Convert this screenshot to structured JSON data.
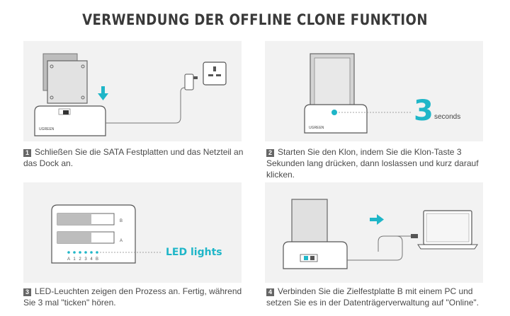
{
  "title": "VERWENDUNG DER OFFLINE CLONE FUNKTION",
  "steps": [
    {
      "num": "1",
      "text": "Schließen Sie die SATA Festplatten und das Netzteil an das Dock an."
    },
    {
      "num": "2",
      "text": "Starten Sie den Klon, indem Sie die Klon-Taste 3 Sekunden lang drücken, dann loslassen und kurz darauf klicken."
    },
    {
      "num": "3",
      "text": "LED-Leuchten zeigen den Prozess an. Fertig, während Sie 3 mal \"ticken\" hören."
    },
    {
      "num": "4",
      "text": "Verbinden Sie die Zielfestplatte B mit einem PC und setzen Sie es in der Datenträgerverwaltung auf \"Online\"."
    }
  ],
  "panel2": {
    "count": "3",
    "unit": "seconds"
  },
  "panel3": {
    "led_label": "LED lights",
    "slot_a": "A",
    "slot_b": "B",
    "led_marks": [
      "A",
      "1",
      "2",
      "3",
      "4",
      "B"
    ]
  },
  "brand": "UGREEN",
  "colors": {
    "accent": "#1fb6c8",
    "panel": "#f2f2f2",
    "text": "#4a4a4a"
  },
  "icons": [
    "arrow-down-icon",
    "power-adapter-icon",
    "wall-socket-icon",
    "clone-button-icon",
    "laptop-icon",
    "arrow-right-icon",
    "usb-cable-icon"
  ]
}
